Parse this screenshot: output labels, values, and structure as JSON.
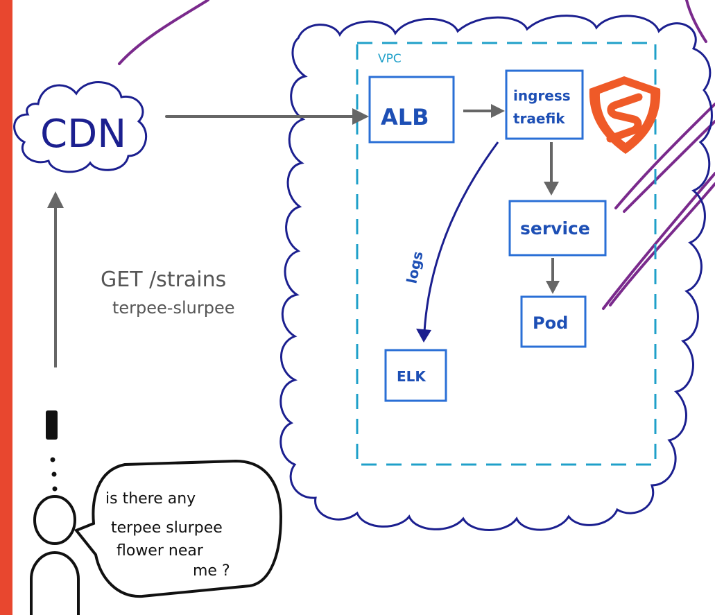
{
  "diagram": {
    "cdn_label": "CDN",
    "vpc_label": "VPC",
    "alb_label": "ALB",
    "ingress_line1": "ingress",
    "ingress_line2": "traefik",
    "service_label": "service",
    "pod_label": "Pod",
    "elk_label": "ELK",
    "logs_label": "logs",
    "request_line1": "GET /strains",
    "request_line2": "terpee-slurpee",
    "speech_line1": "is there any",
    "speech_line2": "terpee slurpee",
    "speech_line3": "flower near",
    "speech_line4": "me ?",
    "logo": "shield-s-logo"
  },
  "colors": {
    "background": "#e8472f",
    "canvas": "#ffffff",
    "cloud_outline": "#1b1f8f",
    "box_outline": "#2a6fd6",
    "box_text": "#1d4fb5",
    "vpc_dashed": "#1fa0c9",
    "arrow": "#666666",
    "purple_lines": "#7a2a8c",
    "logo": "#ef5a28"
  }
}
